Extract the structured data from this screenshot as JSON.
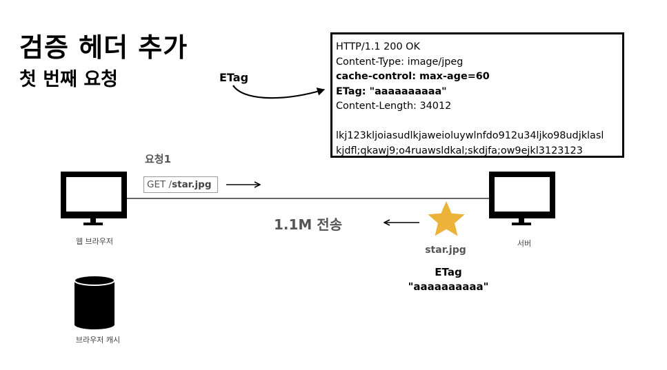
{
  "title": "검증 헤더 추가",
  "subtitle": "첫 번째 요청",
  "etag_label": "ETag",
  "response": {
    "status_line": "HTTP/1.1 200 OK",
    "content_type": "Content-Type: image/jpeg",
    "cache_control": "cache-control: max-age=60",
    "etag_header": "ETag: \"aaaaaaaaaa\"",
    "content_length": "Content-Length: 34012",
    "body_line1": "lkj123kljoiasudlkjaweioluywlnfdo912u34ljko98udjklasl",
    "body_line2": "kjdfl;qkawj9;o4ruawsldkal;skdjfa;ow9ejkl3123123"
  },
  "request": {
    "label": "요청1",
    "method": "GET /",
    "path": "star.jpg"
  },
  "transfer_label": "1.1M 전송",
  "browser_label": "웹 브라우저",
  "server_label": "서버",
  "cache_label": "브라우저 캐시",
  "star_file": "star.jpg",
  "star_etag_title": "ETag",
  "star_etag_value": "\"aaaaaaaaaa\"",
  "colors": {
    "star": "#ECB33A",
    "gray_text": "#555555",
    "line": "#333333"
  }
}
